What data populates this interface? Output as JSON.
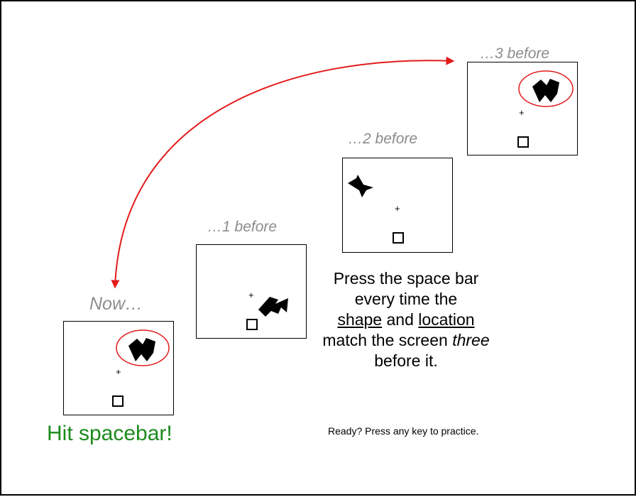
{
  "labels": {
    "three_before": "…3 before",
    "two_before": "…2 before",
    "one_before": "…1 before",
    "now": "Now…"
  },
  "fixation": "+",
  "instructions": {
    "line1": "Press the space bar",
    "line2": "every time the",
    "shape_word": "shape",
    "and_word": "and",
    "location_word": "location",
    "line4_prefix": "match the screen",
    "three_word": "three",
    "line5": "before it."
  },
  "ready_prompt": "Ready? Press any key to practice.",
  "hit_message": "Hit spacebar!",
  "colors": {
    "arrow": "#e31b1b",
    "highlight_ellipse": "#e31b1b",
    "caption": "#8c8c8c",
    "hit_text": "#1d8a1d"
  },
  "icons": [
    "shape-target-icon",
    "shape-bird-icon",
    "shape-arrow-icon",
    "fixation-cross",
    "location-square"
  ]
}
